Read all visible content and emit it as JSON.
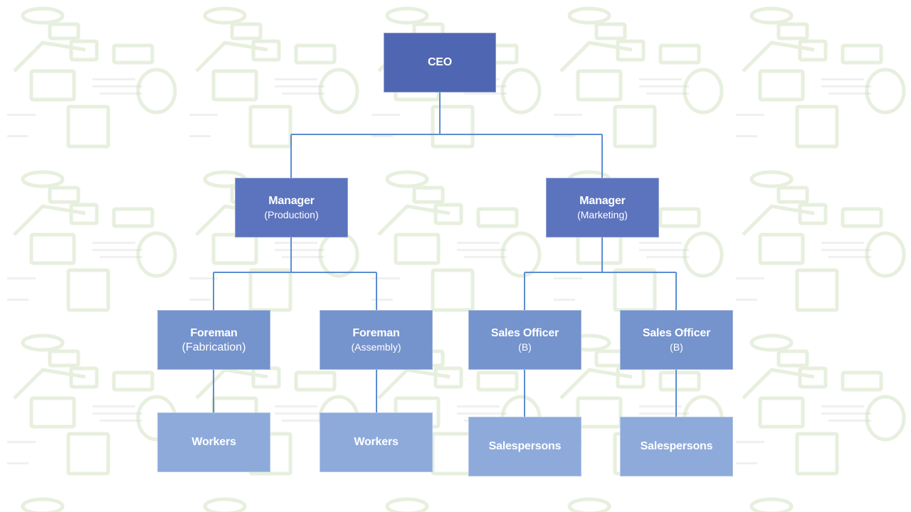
{
  "org_chart": {
    "ceo": {
      "title": "CEO"
    },
    "manager_production": {
      "title": "Manager",
      "sub": "(Production)"
    },
    "manager_marketing": {
      "title": "Manager",
      "sub": "(Marketing)"
    },
    "foreman_fabrication": {
      "title": "Foreman",
      "sub": "(Fabrication)"
    },
    "foreman_assembly": {
      "title": "Foreman",
      "sub": "(Assembly)"
    },
    "sales_officer_1": {
      "title": "Sales Officer",
      "sub": "(B)"
    },
    "sales_officer_2": {
      "title": "Sales Officer",
      "sub": "(B)"
    },
    "workers_1": {
      "title": "Workers"
    },
    "workers_2": {
      "title": "Workers"
    },
    "salespersons_1": {
      "title": "Salespersons"
    },
    "salespersons_2": {
      "title": "Salespersons"
    }
  },
  "colors": {
    "level0": "#4f67b2",
    "level1": "#5b74bd",
    "level2": "#7593cc",
    "level3": "#8daadb",
    "connector": "#5b8ed0",
    "watermark": "#b9d3a0"
  }
}
